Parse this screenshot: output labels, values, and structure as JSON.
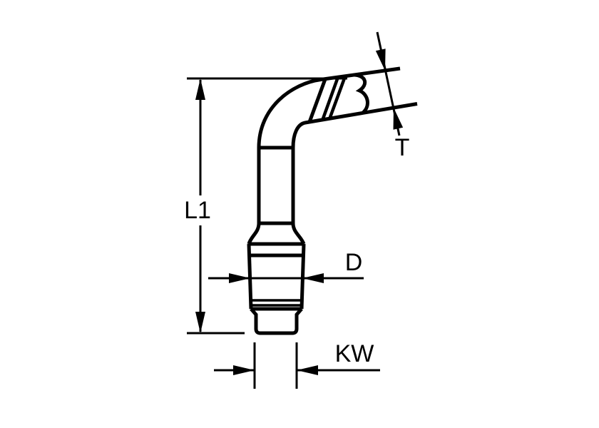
{
  "page": {
    "background": "#ffffff"
  },
  "drawing": {
    "description": "Technical outline drawing of an angled glow-plug joint wrench (bent tube tool) with dimension callouts",
    "line_color": "#000000",
    "labels": {
      "overall_length": "L1",
      "head_thickness": "T",
      "body_diameter": "D",
      "drive_width": "KW"
    }
  }
}
